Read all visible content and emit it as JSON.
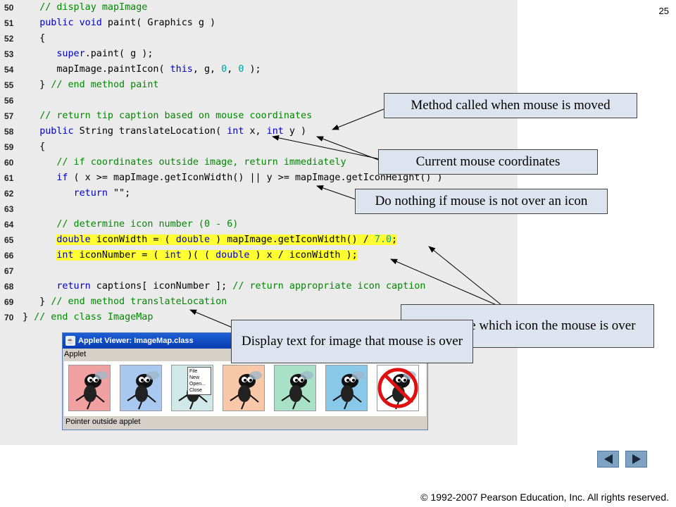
{
  "page_number": "25",
  "code_lines": [
    {
      "num": "50",
      "parts": [
        {
          "t": "   "
        },
        {
          "t": "// display mapImage",
          "c": "cm"
        }
      ]
    },
    {
      "num": "51",
      "parts": [
        {
          "t": "   "
        },
        {
          "t": "public void",
          "c": "kw"
        },
        {
          "t": " paint( Graphics g )"
        }
      ]
    },
    {
      "num": "52",
      "parts": [
        {
          "t": "   {"
        }
      ]
    },
    {
      "num": "53",
      "parts": [
        {
          "t": "      "
        },
        {
          "t": "super",
          "c": "kw"
        },
        {
          "t": ".paint( g );"
        }
      ]
    },
    {
      "num": "54",
      "parts": [
        {
          "t": "      mapImage.paintIcon( "
        },
        {
          "t": "this",
          "c": "kw"
        },
        {
          "t": ", g, "
        },
        {
          "t": "0",
          "c": "num"
        },
        {
          "t": ", "
        },
        {
          "t": "0",
          "c": "num"
        },
        {
          "t": " );"
        }
      ]
    },
    {
      "num": "55",
      "parts": [
        {
          "t": "   } "
        },
        {
          "t": "// end method paint",
          "c": "cm"
        }
      ]
    },
    {
      "num": "56",
      "parts": [
        {
          "t": ""
        }
      ]
    },
    {
      "num": "57",
      "parts": [
        {
          "t": "   "
        },
        {
          "t": "// return tip caption based on mouse coordinates",
          "c": "cm"
        }
      ]
    },
    {
      "num": "58",
      "parts": [
        {
          "t": "   "
        },
        {
          "t": "public",
          "c": "kw"
        },
        {
          "t": " String translateLocation( "
        },
        {
          "t": "int",
          "c": "kw"
        },
        {
          "t": " x, "
        },
        {
          "t": "int",
          "c": "kw"
        },
        {
          "t": " y )"
        }
      ]
    },
    {
      "num": "59",
      "parts": [
        {
          "t": "   {"
        }
      ]
    },
    {
      "num": "60",
      "parts": [
        {
          "t": "      "
        },
        {
          "t": "// if coordinates outside image, return immediately",
          "c": "cm"
        }
      ]
    },
    {
      "num": "61",
      "parts": [
        {
          "t": "      "
        },
        {
          "t": "if",
          "c": "kw"
        },
        {
          "t": " ( x >= mapImage.getIconWidth() || y >= mapImage.getIconHeight() )"
        }
      ]
    },
    {
      "num": "62",
      "parts": [
        {
          "t": "         "
        },
        {
          "t": "return",
          "c": "kw"
        },
        {
          "t": " \"\";"
        }
      ]
    },
    {
      "num": "63",
      "parts": [
        {
          "t": ""
        }
      ]
    },
    {
      "num": "64",
      "parts": [
        {
          "t": "      "
        },
        {
          "t": "// determine icon number (0 - 6)",
          "c": "cm"
        }
      ]
    },
    {
      "num": "65",
      "hl": true,
      "parts": [
        {
          "t": "      "
        },
        {
          "t": "double",
          "c": "kw"
        },
        {
          "t": " iconWidth = ( "
        },
        {
          "t": "double",
          "c": "kw"
        },
        {
          "t": " ) mapImage.getIconWidth() / "
        },
        {
          "t": "7.0",
          "c": "num"
        },
        {
          "t": ";"
        }
      ]
    },
    {
      "num": "66",
      "hl": true,
      "parts": [
        {
          "t": "      "
        },
        {
          "t": "int",
          "c": "kw"
        },
        {
          "t": " iconNumber = ( "
        },
        {
          "t": "int",
          "c": "kw"
        },
        {
          "t": " )( ( "
        },
        {
          "t": "double",
          "c": "kw"
        },
        {
          "t": " ) x / iconWidth );"
        }
      ]
    },
    {
      "num": "67",
      "parts": [
        {
          "t": ""
        }
      ]
    },
    {
      "num": "68",
      "parts": [
        {
          "t": "      "
        },
        {
          "t": "return",
          "c": "kw"
        },
        {
          "t": " captions[ iconNumber ]; "
        },
        {
          "t": "// return appropriate icon caption",
          "c": "cm"
        }
      ]
    },
    {
      "num": "69",
      "parts": [
        {
          "t": "   } "
        },
        {
          "t": "// end method translateLocation",
          "c": "cm"
        }
      ]
    },
    {
      "num": "70",
      "parts": [
        {
          "t": "} "
        },
        {
          "t": "// end class ImageMap",
          "c": "cm"
        }
      ]
    }
  ],
  "callouts": {
    "method_called": "Method called when mouse is moved",
    "current_coords": "Current mouse coordinates",
    "do_nothing": "Do nothing if mouse is not over an icon",
    "determine_icon": "Determine which icon the mouse is over",
    "display_text": "Display text for image that mouse is over"
  },
  "applet": {
    "title": "Applet Viewer: ImageMap.class",
    "menu": "Applet",
    "status": "Pointer outside applet",
    "icons": [
      {
        "name": "thumbs-down-bug-icon",
        "bg": "#f0a0a0"
      },
      {
        "name": "thumbs-up-bug-icon",
        "bg": "#a8c8f0"
      },
      {
        "name": "menu-bug-icon",
        "bg": "#d0e8e8"
      },
      {
        "name": "running-bug-icon",
        "bg": "#f8c8a8"
      },
      {
        "name": "hanging-bug-icon",
        "bg": "#a8e0c8"
      },
      {
        "name": "lifting-bug-icon",
        "bg": "#88c8e8"
      },
      {
        "name": "no-bug-icon",
        "bg": "#ffffff"
      }
    ],
    "menu_popup": [
      "File",
      "New",
      "Open...",
      "Close"
    ]
  },
  "copyright": "© 1992-2007 Pearson Education, Inc.  All rights reserved."
}
